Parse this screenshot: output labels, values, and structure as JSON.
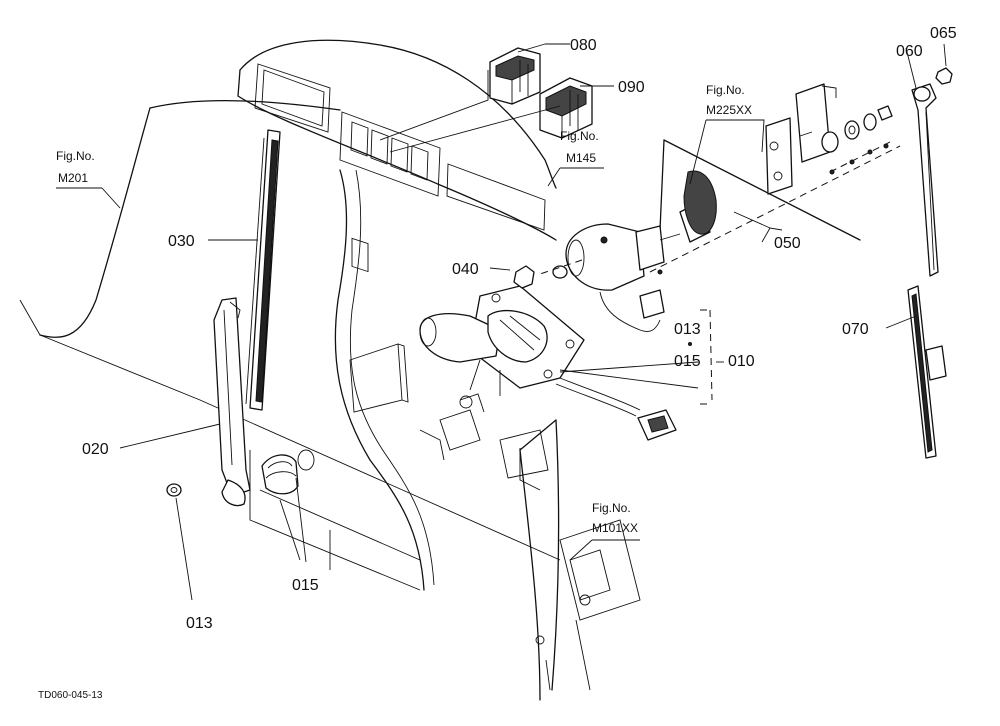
{
  "part_numbers": {
    "p010": "010",
    "p013_top": "013",
    "p015_top": "015",
    "p013_bottom": "013",
    "p015_bottom": "015",
    "p020": "020",
    "p030": "030",
    "p040": "040",
    "p050": "050",
    "p060": "060",
    "p065": "065",
    "p070": "070",
    "p080": "080",
    "p090": "090"
  },
  "figure_refs": {
    "m201": {
      "label": "Fig.No.",
      "number": "M201"
    },
    "m145": {
      "label": "Fig.No.",
      "number": "M145"
    },
    "m225": {
      "label": "Fig.No.",
      "number": "M225XX"
    },
    "m101": {
      "label": "Fig.No.",
      "number": "M101XX"
    }
  },
  "drawing_code": "TD060-045-13"
}
